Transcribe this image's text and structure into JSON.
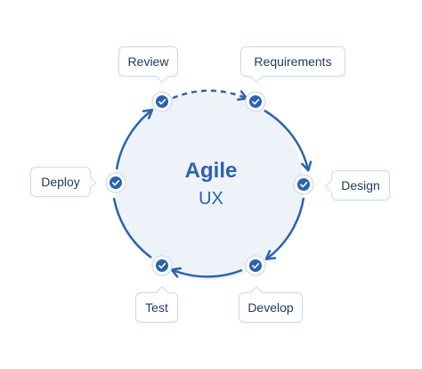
{
  "center": {
    "title": "Agile",
    "subtitle": "UX"
  },
  "stages": [
    {
      "id": "review",
      "label": "Review"
    },
    {
      "id": "requirements",
      "label": "Requirements"
    },
    {
      "id": "design",
      "label": "Design"
    },
    {
      "id": "develop",
      "label": "Develop"
    },
    {
      "id": "test",
      "label": "Test"
    },
    {
      "id": "deploy",
      "label": "Deploy"
    }
  ],
  "colors": {
    "accent": "#2d62ad",
    "circle_fill": "#eef3fa",
    "label_border": "#c9daf0",
    "text": "#1f3b63"
  },
  "icons": {
    "node": "check-circle-icon"
  }
}
